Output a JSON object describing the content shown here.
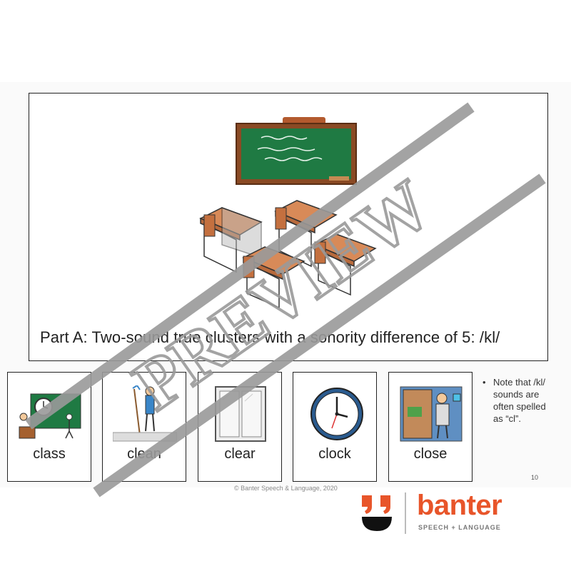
{
  "title": "Part A: Two-sound true clusters with a sonority difference of 5: /kl/",
  "cards": [
    {
      "word": "class",
      "icon": "classroom-teacher-icon"
    },
    {
      "word": "clean",
      "icon": "mopping-person-icon"
    },
    {
      "word": "clear",
      "icon": "glass-door-icon"
    },
    {
      "word": "clock",
      "icon": "clock-icon"
    },
    {
      "word": "close",
      "icon": "closing-door-man-icon"
    }
  ],
  "note": {
    "bullet": "•",
    "text": "Note that /kl/ sounds are often spelled as “cl”."
  },
  "page_number": "10",
  "copyright": "© Banter Speech & Language, 2020",
  "brand": {
    "name": "banter",
    "tagline": "SPEECH + LANGUAGE",
    "color": "#e8552a"
  },
  "watermark": "PREVIEW"
}
